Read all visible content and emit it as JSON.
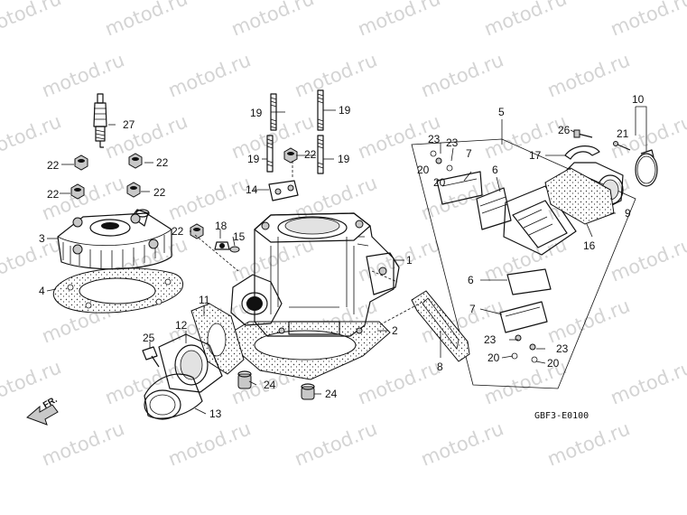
{
  "watermark": "motod.ru",
  "diagram_code": "GBF3-E0100",
  "direction_label": "FR.",
  "callouts": {
    "c1": "1",
    "c2": "2",
    "c3": "3",
    "c4": "4",
    "c5": "5",
    "c6a": "6",
    "c6b": "6",
    "c7a": "7",
    "c7b": "7",
    "c8": "8",
    "c9": "9",
    "c10": "10",
    "c11": "11",
    "c12": "12",
    "c13": "13",
    "c14": "14",
    "c15": "15",
    "c16": "16",
    "c17": "17",
    "c18": "18",
    "c19a": "19",
    "c19b": "19",
    "c19c": "19",
    "c19d": "19",
    "c20a": "20",
    "c20b": "20",
    "c20c": "20",
    "c20d": "20",
    "c21": "21",
    "c22a": "22",
    "c22b": "22",
    "c22c": "22",
    "c22d": "22",
    "c22e": "22",
    "c22f": "22",
    "c23a": "23",
    "c23b": "23",
    "c23c": "23",
    "c23d": "23",
    "c24a": "24",
    "c24b": "24",
    "c25": "25",
    "c26": "26",
    "c27": "27"
  }
}
